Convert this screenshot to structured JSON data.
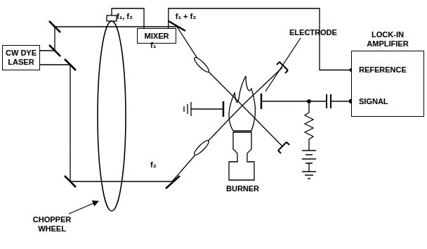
{
  "diagram": {
    "nodes": [
      {
        "text": [
          "CW DYE LASER"
        ]
      },
      {
        "text": [
          "MIXER"
        ]
      },
      {
        "text": [
          "LOCK-IN AMPLIFIER",
          "REFERENCE",
          "SIGNAL"
        ]
      }
    ],
    "edges": [
      {
        "from": 1,
        "to": 2,
        "arrow": "none",
        "label": "f₁ + f₂"
      }
    ],
    "labels": [
      "f₁, f₂",
      "f₁",
      "ELECTRODE",
      "f₂",
      "BURNER",
      "CHOPPER WHEEL"
    ]
  }
}
